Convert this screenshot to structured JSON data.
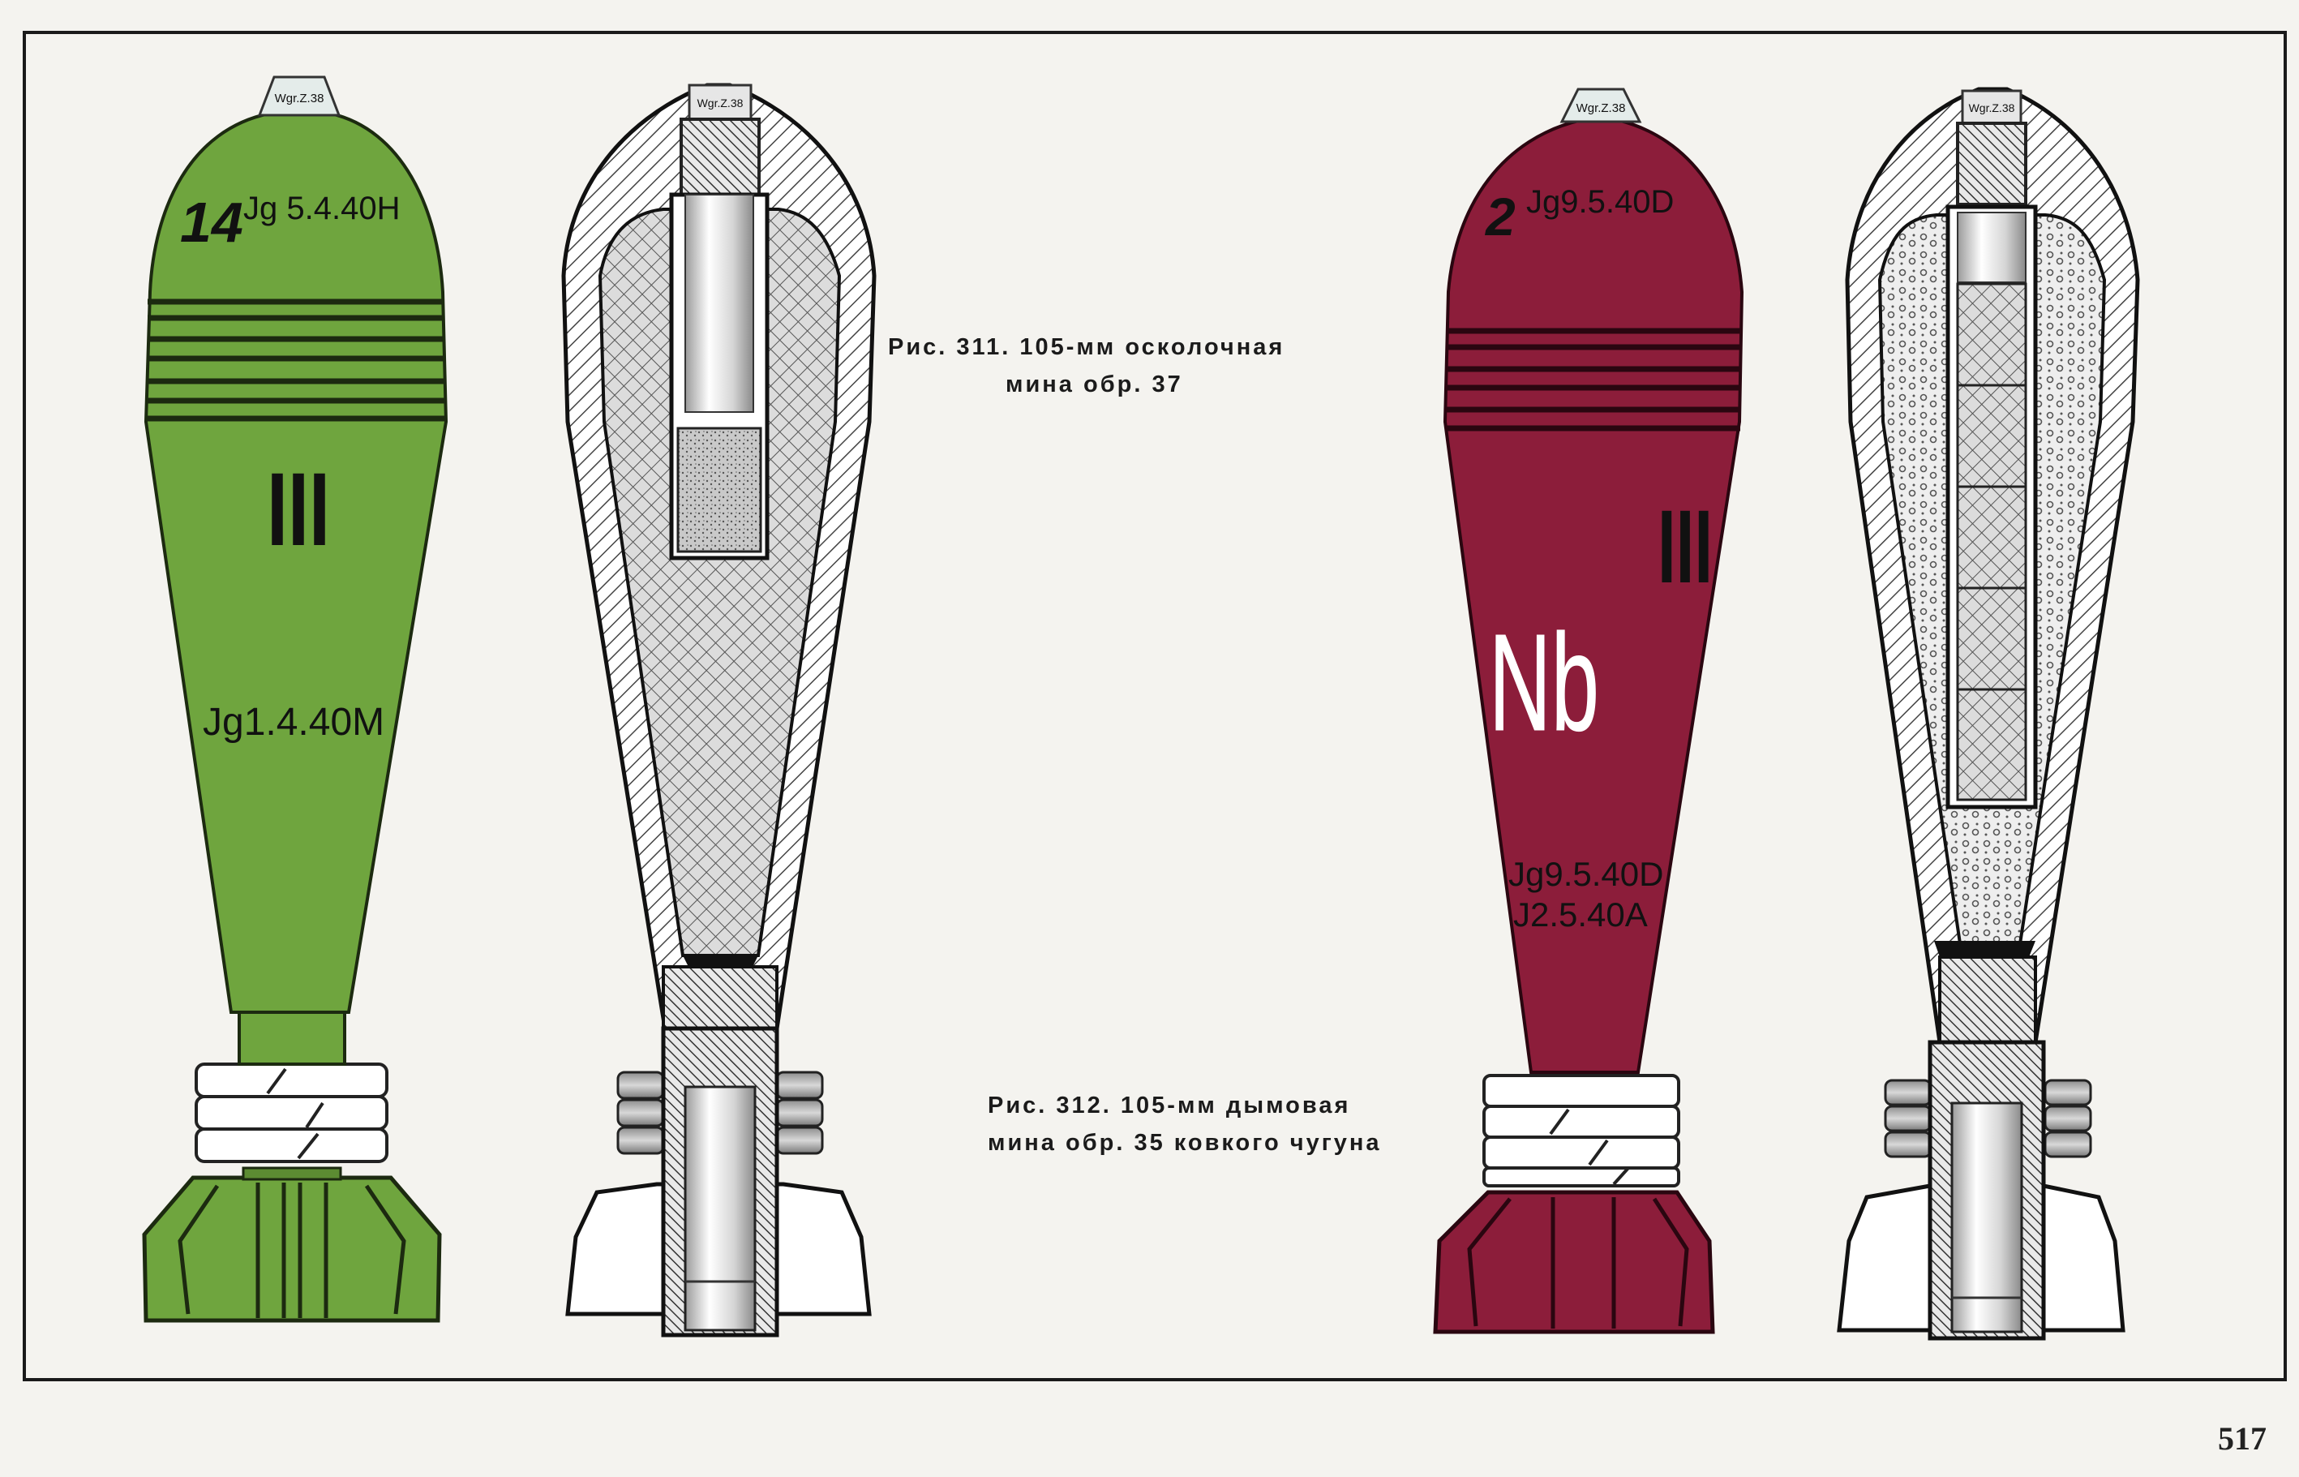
{
  "figure_311": {
    "caption_line1": "Рис. 311. 105-мм осколочная",
    "caption_line2": "мина обр. 37"
  },
  "figure_312": {
    "caption_line1": "Рис. 312. 105-мм дымовая",
    "caption_line2": "мина обр. 35 ковкого чугуна"
  },
  "green_mine": {
    "color": "#6fa53e",
    "fuze_label": "Wgr.Z.38",
    "top_number": "14",
    "top_mark": "Jg 5.4.40H",
    "roman_mark": "III",
    "body_mark": "Jg1.4.40M"
  },
  "red_mine": {
    "color": "#8c1d3a",
    "fuze_label": "Wgr.Z.38",
    "top_number": "2",
    "top_mark": "Jg9.5.40D",
    "roman_mark": "III",
    "letters": "Nb",
    "body_mark_1": "Jg9.5.40D",
    "body_mark_2": "J2.5.40A"
  },
  "section_1": {
    "fuze_label": "Wgr.Z.38"
  },
  "section_2": {
    "fuze_label": "Wgr.Z.38"
  },
  "page_number": "517"
}
